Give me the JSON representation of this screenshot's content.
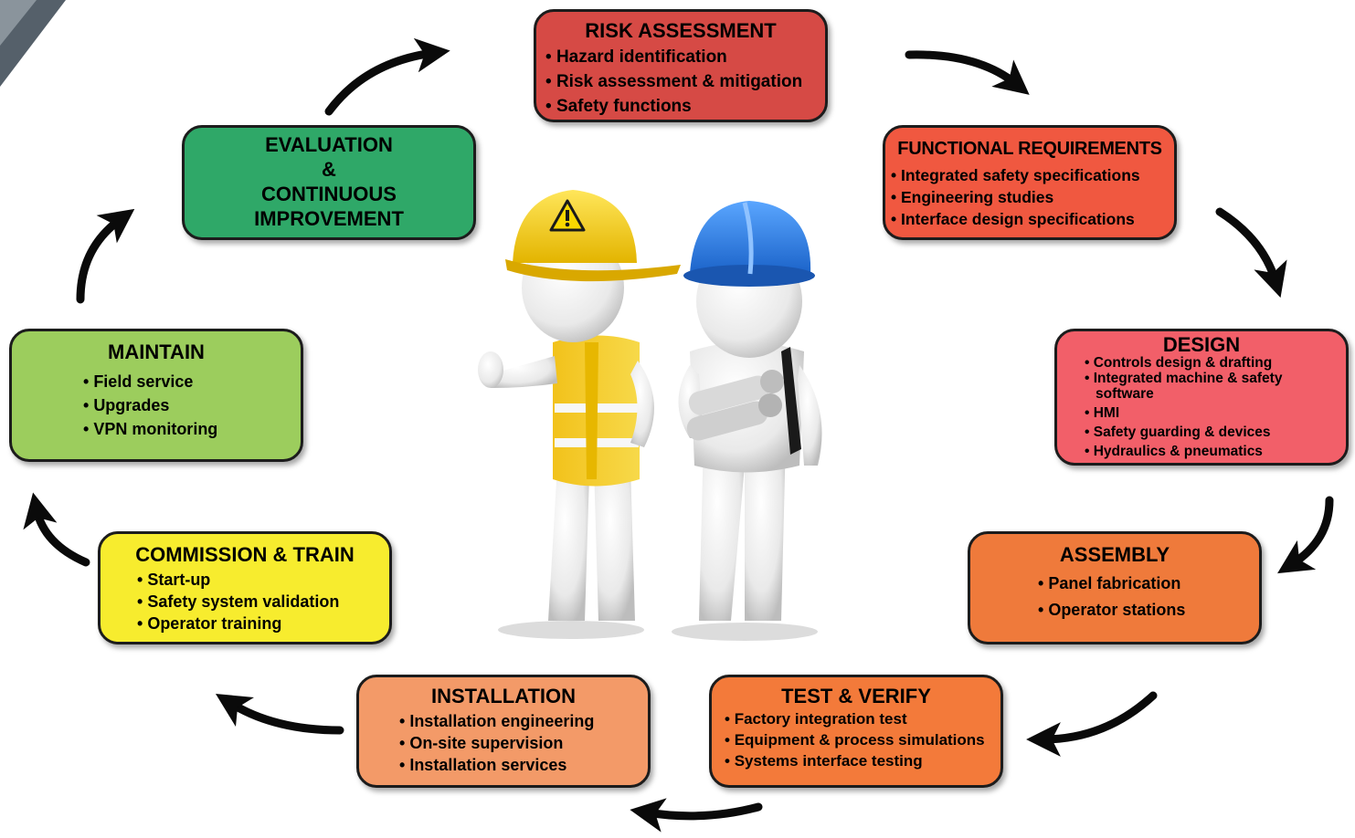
{
  "colors": {
    "risk": "#d64a45",
    "functional": "#f05840",
    "design": "#f25f69",
    "assembly": "#ef7a3b",
    "test": "#f37a3a",
    "installation": "#f39a68",
    "commission": "#f7ec2e",
    "maintain": "#9ccd5d",
    "evaluation": "#2fa868",
    "arrow": "#0a0a0a"
  },
  "stages": {
    "risk": {
      "title": "RISK ASSESSMENT",
      "items": [
        "Hazard identification",
        "Risk assessment & mitigation",
        "Safety functions"
      ]
    },
    "functional": {
      "title": "FUNCTIONAL REQUIREMENTS",
      "items": [
        "Integrated safety specifications",
        "Engineering studies",
        "Interface design specifications"
      ]
    },
    "design": {
      "title": "DESIGN",
      "items": [
        "Controls design & drafting",
        "Integrated machine & safety software",
        "HMI",
        "Safety guarding & devices",
        "Hydraulics & pneumatics"
      ]
    },
    "assembly": {
      "title": "ASSEMBLY",
      "items": [
        "Panel fabrication",
        "Operator stations"
      ]
    },
    "test": {
      "title": "TEST & VERIFY",
      "items": [
        "Factory integration test",
        "Equipment & process simulations",
        "Systems interface testing"
      ]
    },
    "installation": {
      "title": "INSTALLATION",
      "items": [
        "Installation engineering",
        "On-site supervision",
        "Installation services"
      ]
    },
    "commission": {
      "title": "COMMISSION & TRAIN",
      "items": [
        "Start-up",
        "Safety system validation",
        "Operator training"
      ]
    },
    "maintain": {
      "title": "MAINTAIN",
      "items": [
        "Field service",
        "Upgrades",
        "VPN monitoring"
      ]
    },
    "evaluation": {
      "title_lines": [
        "EVALUATION",
        "&",
        "CONTINUOUS",
        "IMPROVEMENT"
      ]
    }
  },
  "icons": {
    "center": "two-engineers-hardhats-illustration",
    "warning": "warning-triangle-icon",
    "arrow": "curved-cycle-arrow-icon"
  }
}
